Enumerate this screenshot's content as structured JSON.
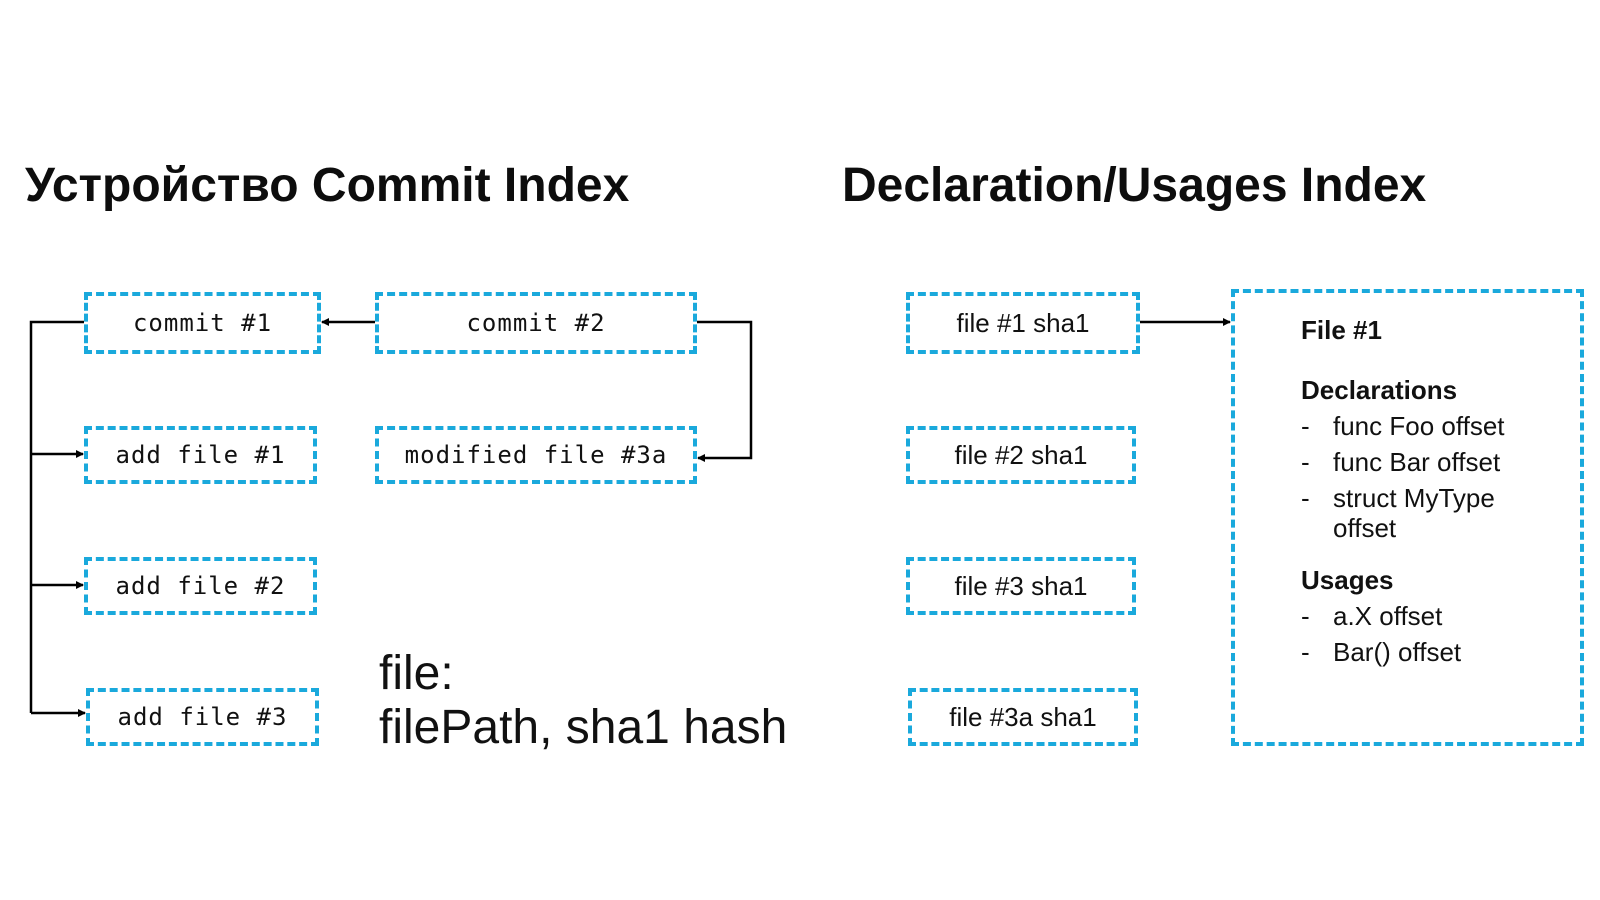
{
  "titles": {
    "commit_index": "Устройство Commit Index",
    "decl_index": "Declaration/Usages Index"
  },
  "commit_boxes": {
    "commit1": "commit #1",
    "commit2": "commit #2",
    "add_file1": "add file #1",
    "modified_file3a": "modified file #3a",
    "add_file2": "add file #2",
    "add_file3": "add file #3"
  },
  "file_note": {
    "line1": "file:",
    "line2": "filePath, sha1 hash"
  },
  "sha_boxes": {
    "file1": "file #1 sha1",
    "file2": "file #2 sha1",
    "file3": "file #3 sha1",
    "file3a": "file #3a sha1"
  },
  "detail": {
    "title": "File #1",
    "declarations_heading": "Declarations",
    "declarations": [
      "func Foo offset",
      "func Bar offset",
      "struct MyType offset"
    ],
    "usages_heading": "Usages",
    "usages": [
      "a.X offset",
      "Bar() offset"
    ],
    "bullet_marker": "-"
  },
  "colors": {
    "box_border": "#1aa9dc",
    "connector": "#000000",
    "text": "#111111"
  }
}
